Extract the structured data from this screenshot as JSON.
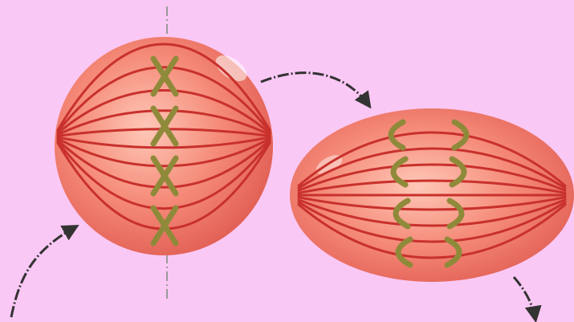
{
  "colors": {
    "background": "#FAC8F5",
    "cell_light": "#FFC8B8",
    "cell_mid": "#F58A78",
    "cell_dark": "#E25F55",
    "spindle_fiber": "#C8312C",
    "chromosome": "#8F8A3A",
    "arrow": "#333333",
    "metaphase_plate": "#999999"
  },
  "diagram": {
    "cells": [
      {
        "name": "metaphase-cell",
        "chromosome_shape": "x",
        "chromosome_count": 4
      },
      {
        "name": "anaphase-cell",
        "chromosome_shape": "v",
        "chromosome_pairs": 4
      }
    ],
    "icons": [
      "curved-arrow-icon",
      "curved-arrow-icon",
      "curved-arrow-icon"
    ]
  }
}
